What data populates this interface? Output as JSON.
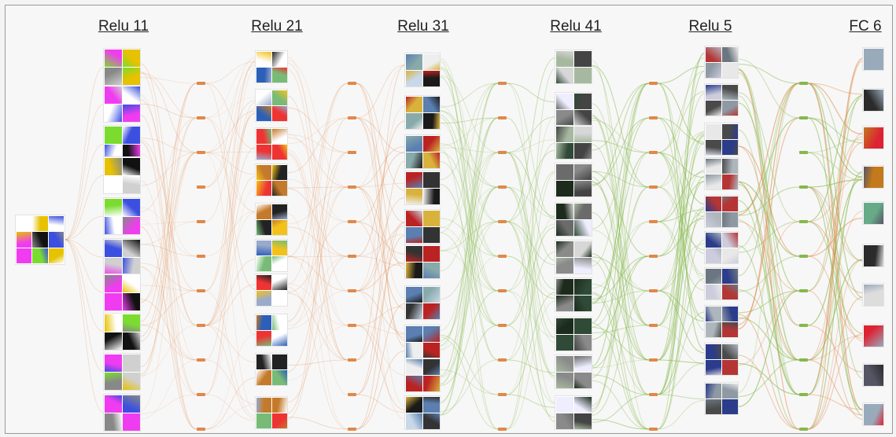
{
  "layers": [
    {
      "label": "Relu 11"
    },
    {
      "label": "Relu 21"
    },
    {
      "label": "Relu 31"
    },
    {
      "label": "Relu 41"
    },
    {
      "label": "Relu 5"
    },
    {
      "label": "FC 6"
    }
  ],
  "colors": {
    "orange": "#e0884a",
    "green": "#86b84c",
    "frame": "#9a9a9a",
    "background": "#f7f7f7"
  },
  "layer_image_themes": [
    "input-image-mosaic",
    "low-level-color-edge-patches",
    "color-texture-patches",
    "object-part-patches",
    "object-image-patches",
    "object-class-images",
    "final-class-images"
  ]
}
